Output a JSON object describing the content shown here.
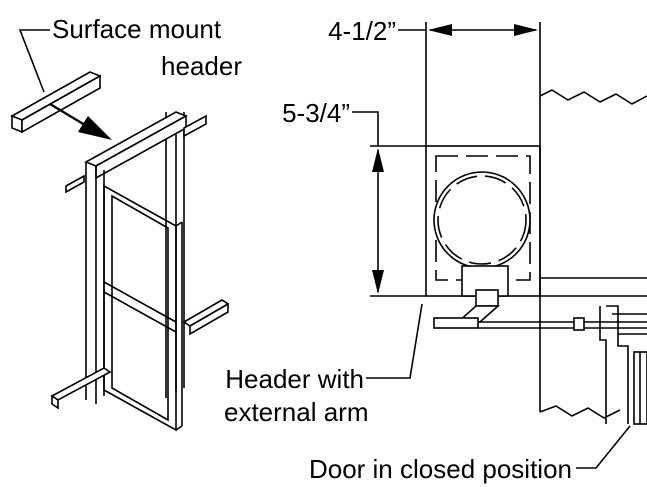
{
  "labels": {
    "surface_mount_header_line1": "Surface mount",
    "surface_mount_header_line2": "header",
    "width_dim": "4-1/2”",
    "height_dim": "5-3/4”",
    "header_external_arm_line1": "Header with",
    "header_external_arm_line2": "external arm",
    "door_closed": "Door in closed position"
  },
  "colors": {
    "ink": "#000000",
    "paper": "#ffffff"
  }
}
